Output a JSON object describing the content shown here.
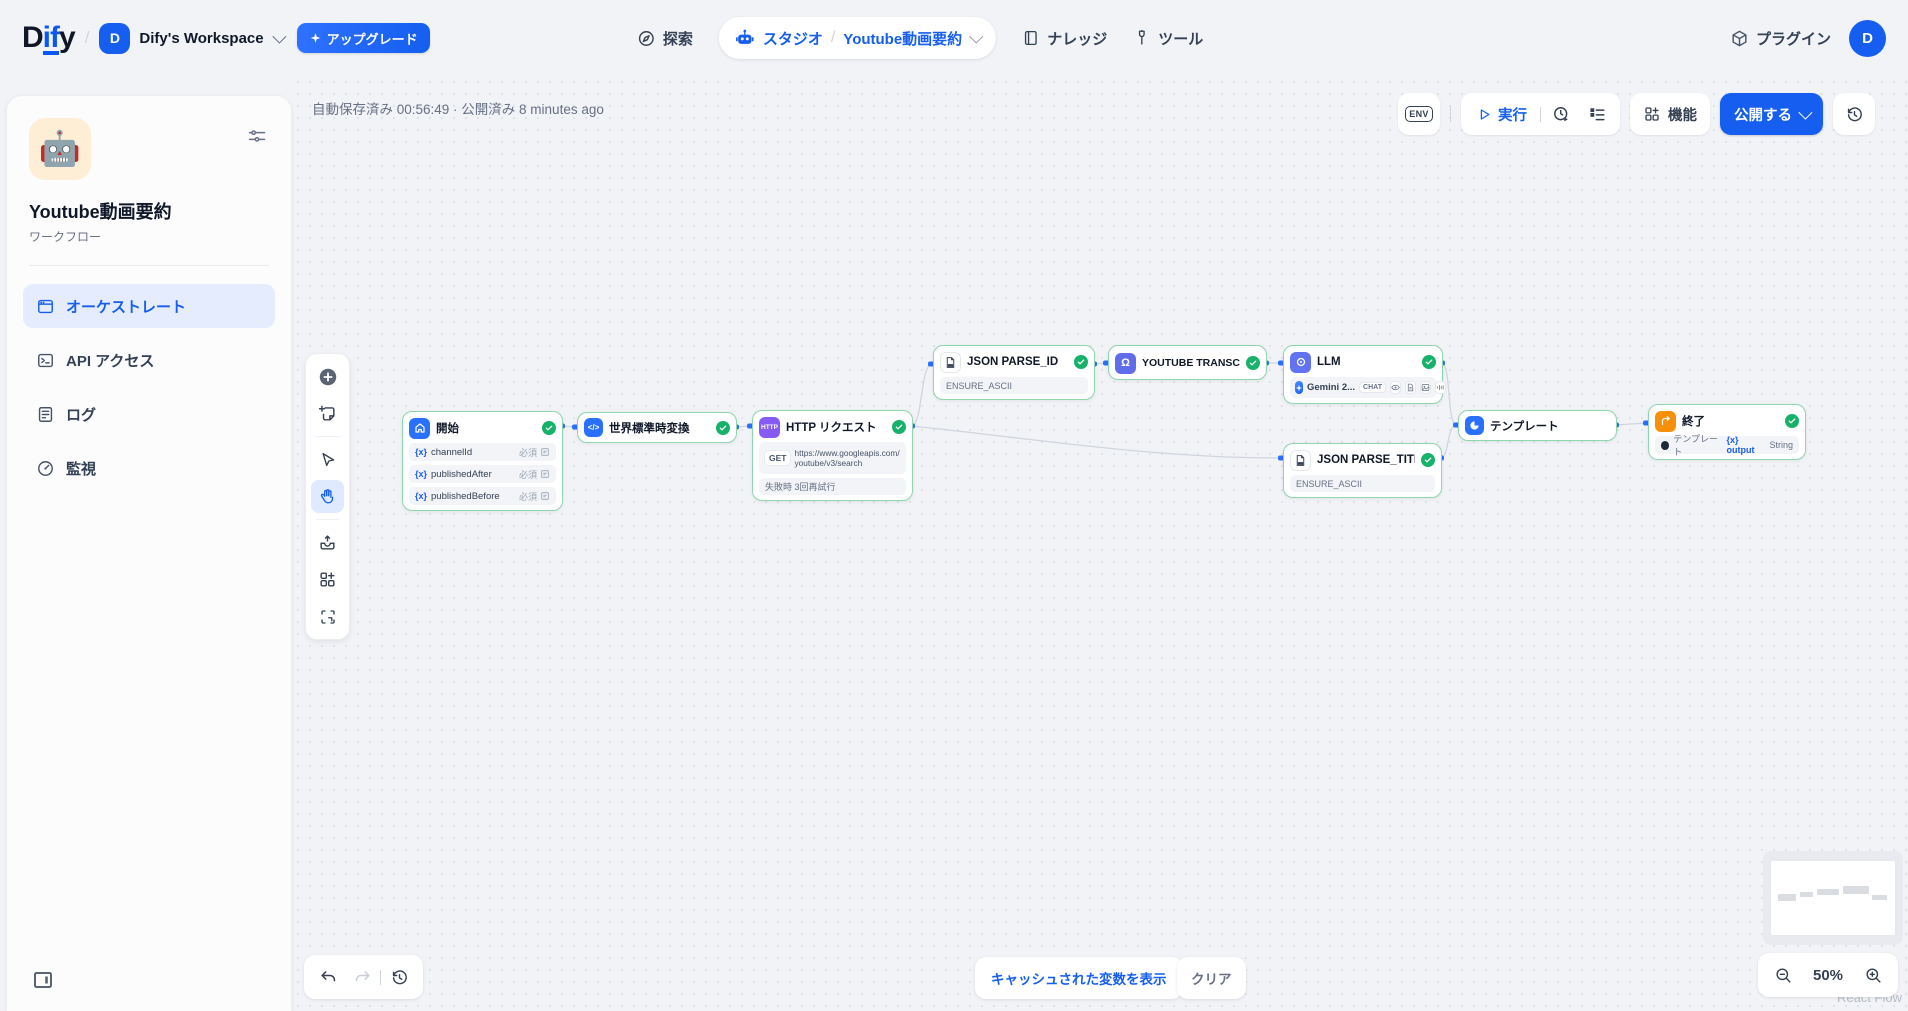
{
  "header": {
    "logo_d": "D",
    "logo_if": "if",
    "logo_y": "y",
    "breadcrumb_sep": "/",
    "workspace": {
      "initial": "D",
      "name": "Dify's Workspace"
    },
    "upgrade_label": "アップグレード",
    "nav": {
      "explore": "探索",
      "studio": "スタジオ",
      "app_name": "Youtube動画要約",
      "knowledge": "ナレッジ",
      "tools": "ツール",
      "plugins": "プラグイン"
    },
    "avatar_initial": "D"
  },
  "sidebar": {
    "app_title": "Youtube動画要約",
    "app_type": "ワークフロー",
    "items": [
      {
        "label": "オーケストレート"
      },
      {
        "label": "API アクセス"
      },
      {
        "label": "ログ"
      },
      {
        "label": "監視"
      }
    ]
  },
  "toolbar": {
    "status": "自動保存済み 00:56:49 · 公開済み 8 minutes ago",
    "env_label": "ENV",
    "run_label": "実行",
    "features_label": "機能",
    "publish_label": "公開する"
  },
  "nodes": {
    "start": {
      "title": "開始",
      "vars": [
        {
          "icon": "{x}",
          "name": "channelId",
          "required": "必須"
        },
        {
          "icon": "{x}",
          "name": "publishedAfter",
          "required": "必須"
        },
        {
          "icon": "{x}",
          "name": "publishedBefore",
          "required": "必須"
        }
      ]
    },
    "utc": {
      "title": "世界標準時変換"
    },
    "http": {
      "title": "HTTP リクエスト",
      "method": "GET",
      "url": "https://www.googleapis.com/youtube/v3/search",
      "retry": "失敗時 3回再試行"
    },
    "json_id": {
      "title": "JSON PARSE_ID",
      "body": "ENSURE_ASCII"
    },
    "youtube": {
      "title": "YOUTUBE TRANSCRIPTS API"
    },
    "llm": {
      "title": "LLM",
      "model": "Gemini 2...",
      "mode": "CHAT"
    },
    "json_title": {
      "title": "JSON PARSE_TITLE",
      "body": "ENSURE_ASCII"
    },
    "template": {
      "title": "テンプレート"
    },
    "end": {
      "title": "終了",
      "source": "テンプレート",
      "var_icon": "{x}",
      "var_name": "output",
      "var_type": "String"
    }
  },
  "footer": {
    "show_cached_label": "キャッシュされた変数を表示",
    "clear_label": "クリア",
    "zoom_level": "50%",
    "attribution": "React Flow"
  }
}
